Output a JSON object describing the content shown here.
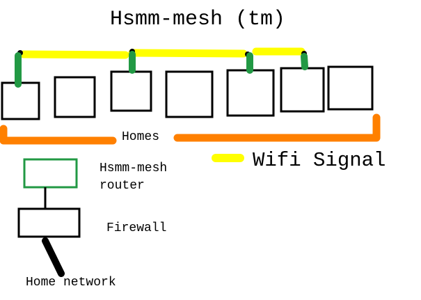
{
  "title": "Hsmm-mesh (tm)",
  "homes_label": "Homes",
  "legend": {
    "label": "Wifi Signal",
    "color": "#ffff00"
  },
  "router_label_line1": "Hsmm-mesh",
  "router_label_line2": "router",
  "firewall_label": "Firewall",
  "home_network_label": "Home network",
  "colors": {
    "wifi": "#ffff00",
    "antenna": "#229944",
    "homes_bracket": "#ff8000",
    "router_border": "#229944",
    "outline": "#000000"
  },
  "homes": [
    {
      "name": "home-1",
      "has_mesh_node": true
    },
    {
      "name": "home-2",
      "has_mesh_node": false
    },
    {
      "name": "home-3",
      "has_mesh_node": true
    },
    {
      "name": "home-4",
      "has_mesh_node": false
    },
    {
      "name": "home-5",
      "has_mesh_node": true
    },
    {
      "name": "home-6",
      "has_mesh_node": true
    },
    {
      "name": "home-7",
      "has_mesh_node": false
    }
  ]
}
